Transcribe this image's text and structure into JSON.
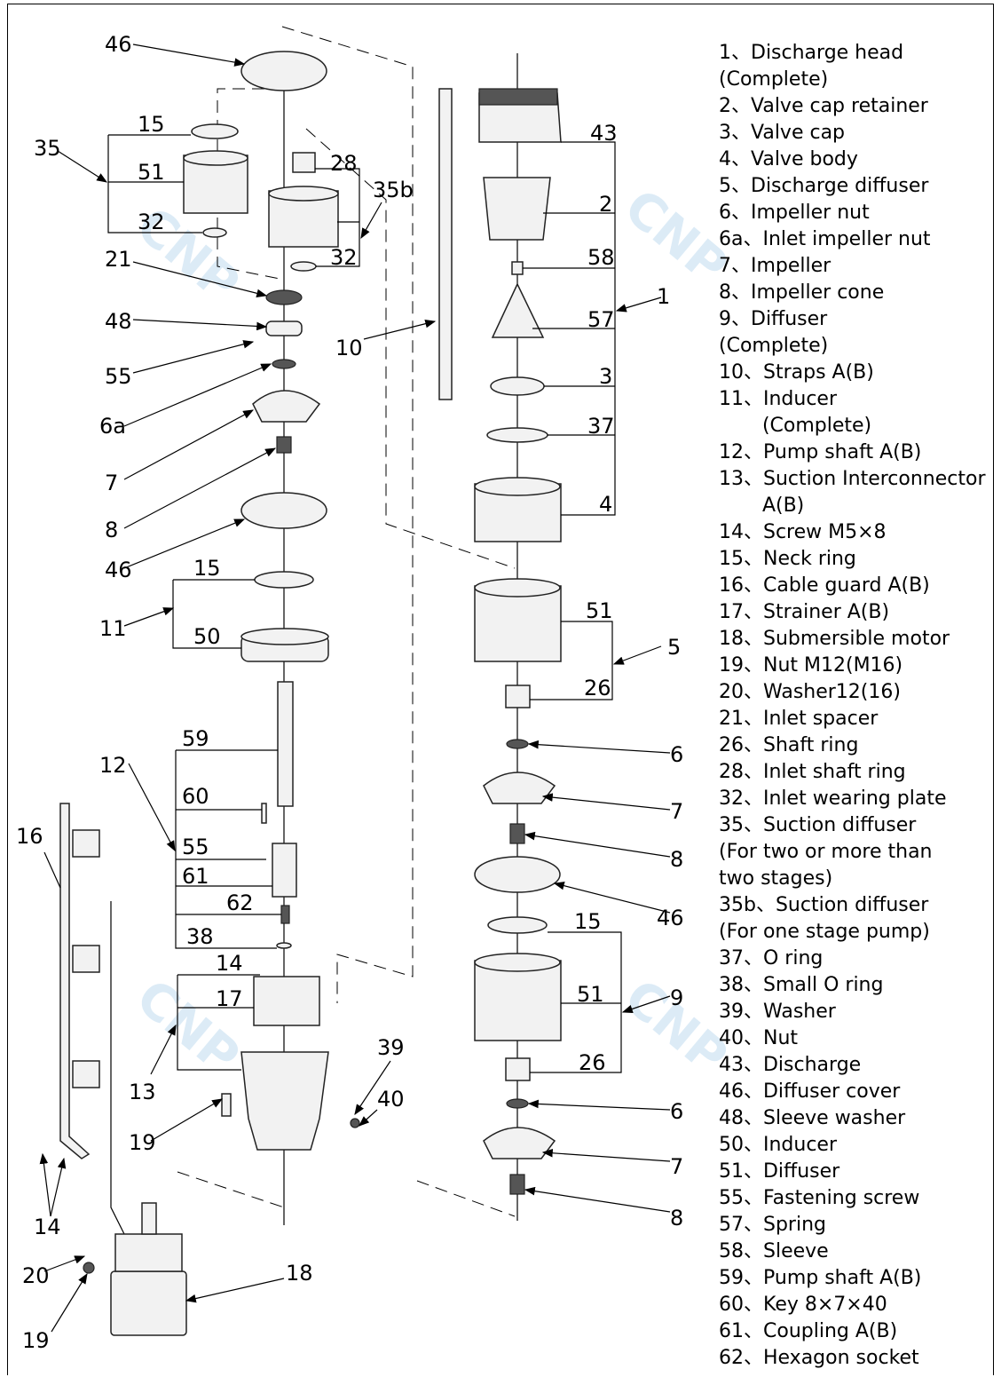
{
  "legend": [
    "1、Discharge head",
    "(Complete)",
    "2、Valve cap retainer",
    "3、Valve cap",
    "4、Valve body",
    "5、Discharge diffuser",
    "6、Impeller nut",
    "6a、Inlet impeller nut",
    "7、Impeller",
    "8、Impeller cone",
    "9、Diffuser",
    "(Complete)",
    "10、Straps A(B)",
    "11、Inducer",
    "       (Complete)",
    "12、Pump shaft A(B)",
    "13、Suction Interconnector",
    "       A(B)",
    "14、Screw M5×8",
    "15、Neck ring",
    "16、Cable guard A(B)",
    "17、Strainer A(B)",
    "18、Submersible motor",
    "19、Nut M12(M16)",
    "20、Washer12(16)",
    "21、Inlet spacer",
    "26、Shaft ring",
    "28、Inlet shaft ring",
    "32、Inlet wearing plate",
    "35、Suction diffuser",
    "(For two or more than",
    "two stages)",
    "35b、Suction diffuser",
    "(For one stage pump)",
    "37、O ring",
    "38、Small O ring",
    "39、Washer",
    "40、Nut",
    "43、Discharge",
    "46、Diffuser cover",
    "48、Sleeve washer",
    "50、Inducer",
    "51、Diffuser",
    "55、Fastening screw",
    "57、Spring",
    "58、Sleeve",
    "59、Pump shaft A(B)",
    "60、Key 8×7×40",
    "61、Coupling A(B)",
    "62、Hexagon socket"
  ],
  "callouts": {
    "c46a": "46",
    "c15a": "15",
    "c35": "35",
    "c51a": "51",
    "c32a": "32",
    "c28": "28",
    "c35b": "35b",
    "c32b": "32",
    "c21": "21",
    "c48": "48",
    "c55a": "55",
    "c10": "10",
    "c6a": "6a",
    "c7a": "7",
    "c8a": "8",
    "c46b": "46",
    "c15b": "15",
    "c11": "11",
    "c50": "50",
    "c59": "59",
    "c12": "12",
    "c60": "60",
    "c16": "16",
    "c55b": "55",
    "c61": "61",
    "c62": "62",
    "c38": "38",
    "c14a": "14",
    "c17": "17",
    "c13": "13",
    "c39": "39",
    "c40": "40",
    "c19a": "19",
    "c14b": "14",
    "c20": "20",
    "c18": "18",
    "c19b": "19",
    "c43": "43",
    "c2": "2",
    "c58": "58",
    "c1": "1",
    "c57": "57",
    "c3": "3",
    "c37": "37",
    "c4": "4",
    "c51b": "51",
    "c5": "5",
    "c26a": "26",
    "c6b": "6",
    "c7b": "7",
    "c8b": "8",
    "c46c": "46",
    "c15c": "15",
    "c51c": "51",
    "c9": "9",
    "c26b": "26",
    "c6c": "6",
    "c7c": "7",
    "c8c": "8"
  }
}
